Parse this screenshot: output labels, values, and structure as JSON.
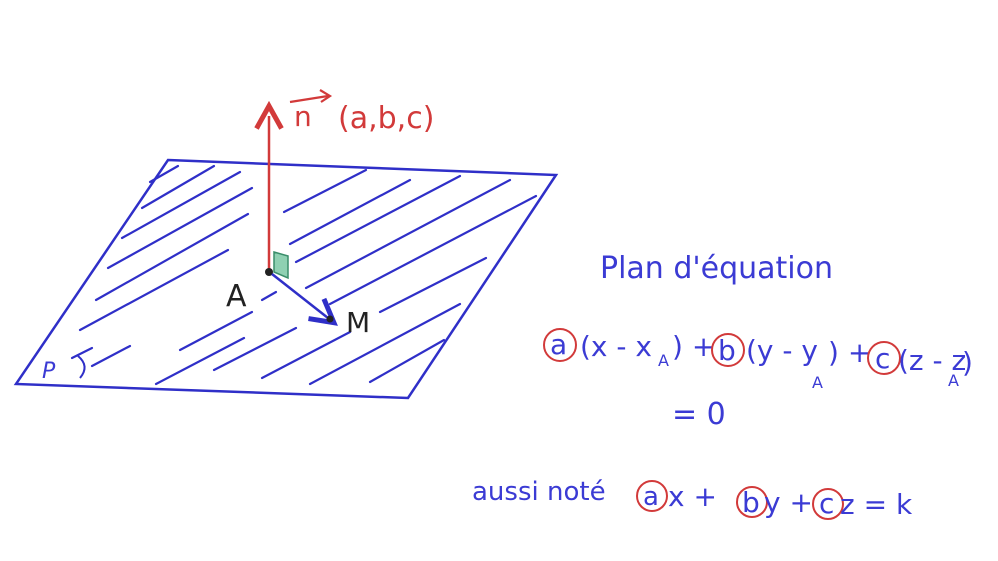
{
  "colors": {
    "plane": "#2f2fc8",
    "normal": "#d23a3a",
    "text_blue": "#3b3bd4",
    "point": "#222222",
    "right_angle": "#5fb08f",
    "circle": "#d23a3a"
  },
  "labels": {
    "normal_vector": "n",
    "normal_coords": "(a,b,c)",
    "point_a": "A",
    "point_m": "M",
    "plane_name": "P"
  },
  "equation": {
    "title": "Plan d'équation",
    "line1": {
      "a": "a",
      "part_a": "(x - x",
      "sub_a": "A",
      "close_a": ") +",
      "b": "b",
      "part_b": "(y - y",
      "sub_b": "A",
      "close_b": ") +",
      "c": "c",
      "part_c": "(z - z",
      "sub_c": "A",
      "close_c": ")"
    },
    "line2": "= 0",
    "note_prefix": "aussi noté",
    "note": {
      "a": "a",
      "ax": "x +",
      "b": "b",
      "by": "y +",
      "c": "c",
      "cz": "z = k"
    }
  }
}
